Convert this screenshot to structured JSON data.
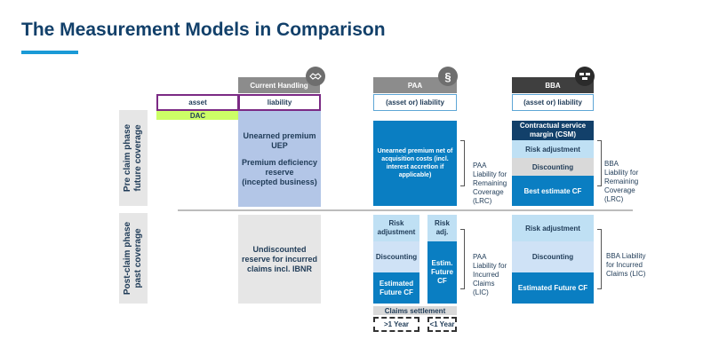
{
  "title": "The Measurement Models in Comparison",
  "side_labels": {
    "pre": "Pre claim phase\nfuture coverage",
    "post": "Post-claim phase\npast coverage"
  },
  "current": {
    "header": "Current Handling",
    "icon": "handshake-icon",
    "asset_label": "asset",
    "liability_label": "liability",
    "dac_label": "DAC",
    "pre_text_1": "Unearned premium\nUEP",
    "pre_text_2": "Premium deficiency\nreserve\n(incepted business)",
    "post_text": "Undiscounted\nreserve for incurred\nclaims incl. IBNR"
  },
  "paa": {
    "header": "PAA",
    "icon_glyph": "§",
    "subheader": "(asset or) liability",
    "pre_box": "Unearned premium net of\nacquisition costs (incl.\ninterest accretion if\napplicable)",
    "pre_note": "PAA\nLiability for\nRemaining\nCoverage\n(LRC)",
    "post_risk_left": "Risk\nadjustment",
    "post_discounting": "Discounting",
    "post_estimated_left": "Estimated\nFuture CF",
    "post_risk_right": "Risk\nadj.",
    "post_estimated_right": "Estim.\nFuture\nCF",
    "post_note": "PAA\nLiability for\nIncurred\nClaims\n(LIC)",
    "claims_settlement": "Claims settlement",
    "gt_1_year": ">1 Year",
    "lt_1_year": "<1 Year"
  },
  "bba": {
    "header": "BBA",
    "icon": "bricks-icon",
    "subheader": "(asset or) liability",
    "csm": "Contractual service\nmargin (CSM)",
    "risk_adjustment": "Risk adjustment",
    "discounting": "Discounting",
    "best_estimate": "Best estimate CF",
    "pre_note": "BBA\nLiability for\nRemaining\nCoverage\n(LRC)",
    "post_risk_adjustment": "Risk adjustment",
    "post_discounting": "Discounting",
    "post_estimated": "Estimated Future CF",
    "post_note": "BBA Liability\nfor Incurred\nClaims (LIC)"
  },
  "colors": {
    "dark_blue": "#12406a",
    "primary_blue": "#0a7ec2",
    "light_blue": "#bfe0f4",
    "medium_light_blue": "#cfe2f6",
    "periwinkle": "#b3c6e7",
    "gray_header": "#8c8c8c",
    "dark_header": "#3f3f3f",
    "dac_green": "#ccff66",
    "purple_outline": "#7b2a84"
  }
}
